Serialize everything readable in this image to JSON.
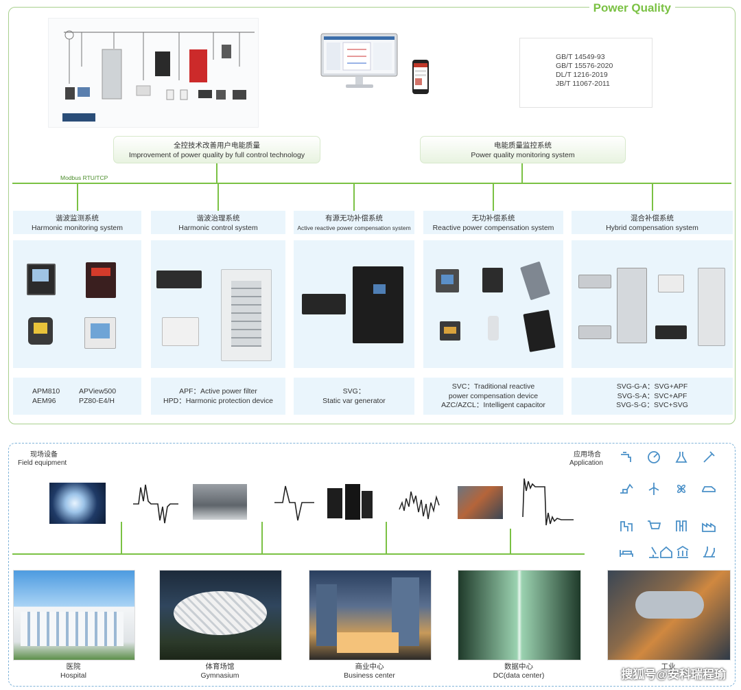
{
  "title": "Power Quality",
  "standards": [
    "GB/T 14549-93",
    "GB/T 15576-2020",
    "DL/T 1216-2019",
    "JB/T 11067-2011"
  ],
  "pill_left": {
    "zh": "全控技术改善用户电能质量",
    "en": "Improvement of power quality by full control technology"
  },
  "pill_right": {
    "zh": "电能质量监控系统",
    "en": "Power quality monitoring system"
  },
  "bus_label": "Modbus RTU/TCP",
  "columns": [
    {
      "zh": "谐波监测系统",
      "en": "Harmonic monitoring system"
    },
    {
      "zh": "谐波治理系统",
      "en": "Harmonic control system"
    },
    {
      "zh": "有源无功补偿系统",
      "en": "Active reactive power compensation system"
    },
    {
      "zh": "无功补偿系统",
      "en": "Reactive power compensation system"
    },
    {
      "zh": "混合补偿系统",
      "en": "Hybrid compensation system"
    }
  ],
  "footers": {
    "c1": {
      "a": "APM810",
      "b": "APView500",
      "c": "AEM96",
      "d": "PZ80-E4/H"
    },
    "c2": {
      "l1": "APF：Active power filter",
      "l2": "HPD：Harmonic protection device"
    },
    "c3": {
      "l1": "SVG：",
      "l2": "Static var generator"
    },
    "c4": {
      "l1": "SVC：Traditional reactive",
      "l2": "power compensation device",
      "l3": "AZC/AZCL：Intelligent capacitor"
    },
    "c5": {
      "l1": "SVG-G-A：SVG+APF",
      "l2": "SVG-S-A：SVC+APF",
      "l3": "SVG-S-G：SVC+SVG"
    }
  },
  "field_equipment": {
    "zh": "现场设备",
    "en": "Field equipment"
  },
  "application": {
    "zh": "应用场合",
    "en": "Application"
  },
  "places": [
    {
      "zh": "医院",
      "en": "Hospital"
    },
    {
      "zh": "体育场馆",
      "en": "Gymnasium"
    },
    {
      "zh": "商业中心",
      "en": "Business center"
    },
    {
      "zh": "数据中心",
      "en": "DC(data center)"
    },
    {
      "zh": "工业"
    }
  ],
  "watermark": "搜狐号@安科瑞程瑜",
  "colors": {
    "accent_green": "#7ac143",
    "panel_blue": "#eaf5fc",
    "dashed_blue": "#7fb3d9"
  },
  "app_icons": [
    "faucet-icon",
    "gauge-icon",
    "lab-flask-icon",
    "syringe-icon",
    "excavator-icon",
    "wind-turbine-icon",
    "fan-icon",
    "car-icon",
    "factory-icon",
    "cart-icon",
    "building-icon",
    "industrial-plant-icon",
    "bed-icon",
    "microscope-icon",
    "house-icon",
    "bank-icon",
    "chemistry-icon"
  ]
}
